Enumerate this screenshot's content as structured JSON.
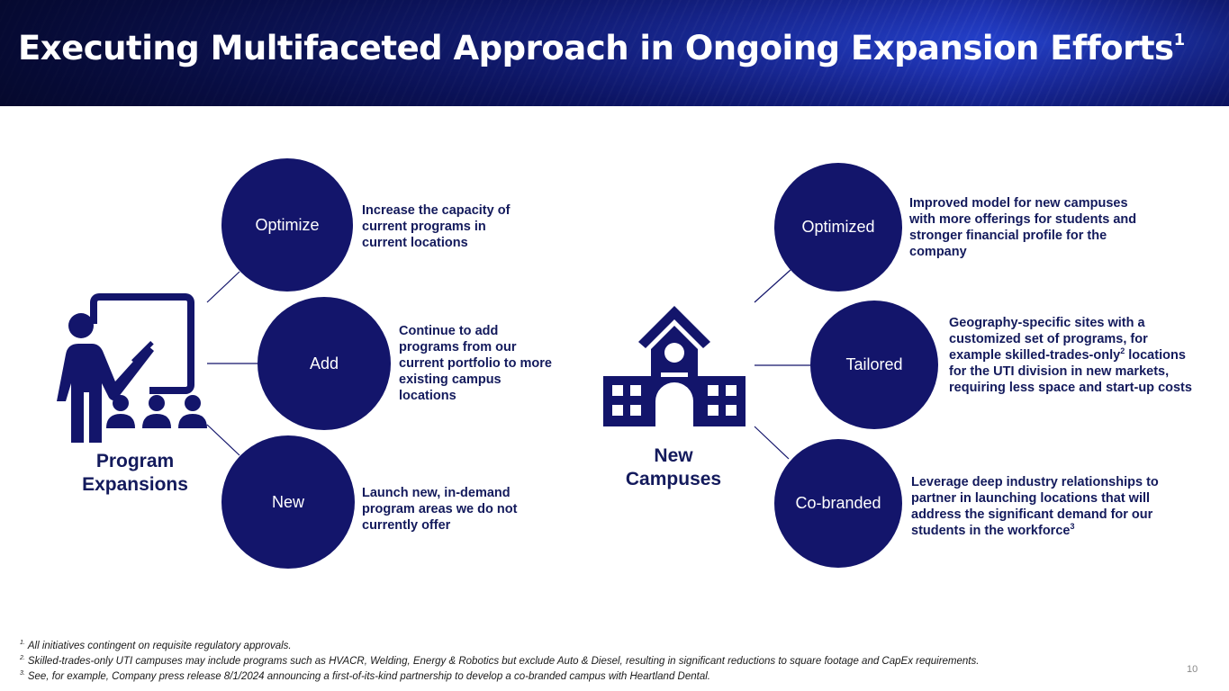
{
  "header": {
    "title": "Executing Multifaceted Approach in Ongoing Expansion Efforts",
    "title_sup": "1"
  },
  "program_expansions": {
    "label": "Program Expansions",
    "icon": "teacher-presenting-icon",
    "items": [
      {
        "name": "Optimize",
        "description": "Increase the capacity of current programs in current locations"
      },
      {
        "name": "Add",
        "description": "Continue to add programs from our current portfolio to more existing campus locations"
      },
      {
        "name": "New",
        "description": "Launch new, in-demand program areas we do not currently offer"
      }
    ]
  },
  "new_campuses": {
    "label": "New Campuses",
    "icon": "school-building-icon",
    "items": [
      {
        "name": "Optimized",
        "description": "Improved model for new campuses with more offerings for students and stronger financial profile for the company"
      },
      {
        "name": "Tailored",
        "description_a": "Geography-specific sites with a customized set of programs, for example skilled-trades-only",
        "description_sup": "2",
        "description_b": "locations for the UTI division in new markets, requiring less space and start-up costs"
      },
      {
        "name": "Co-branded",
        "description": "Leverage deep industry relationships to partner in launching locations that will address the significant demand for our students in the workforce",
        "description_sup": "3"
      }
    ]
  },
  "footnotes": [
    {
      "marker": "1.",
      "text": "All initiatives contingent on requisite regulatory approvals."
    },
    {
      "marker": "2.",
      "text": "Skilled-trades-only UTI campuses may include programs such as HVACR, Welding, Energy & Robotics but exclude Auto & Diesel, resulting in significant reductions to square footage and CapEx requirements."
    },
    {
      "marker": "3.",
      "text": "See, for example, Company press release 8/1/2024 announcing a first-of-its-kind partnership to develop a co-branded campus with Heartland Dental."
    }
  ],
  "page_number": "10",
  "colors": {
    "navy": "#13156b",
    "text": "#131a5c",
    "header_blue": "#1a2aa0"
  }
}
